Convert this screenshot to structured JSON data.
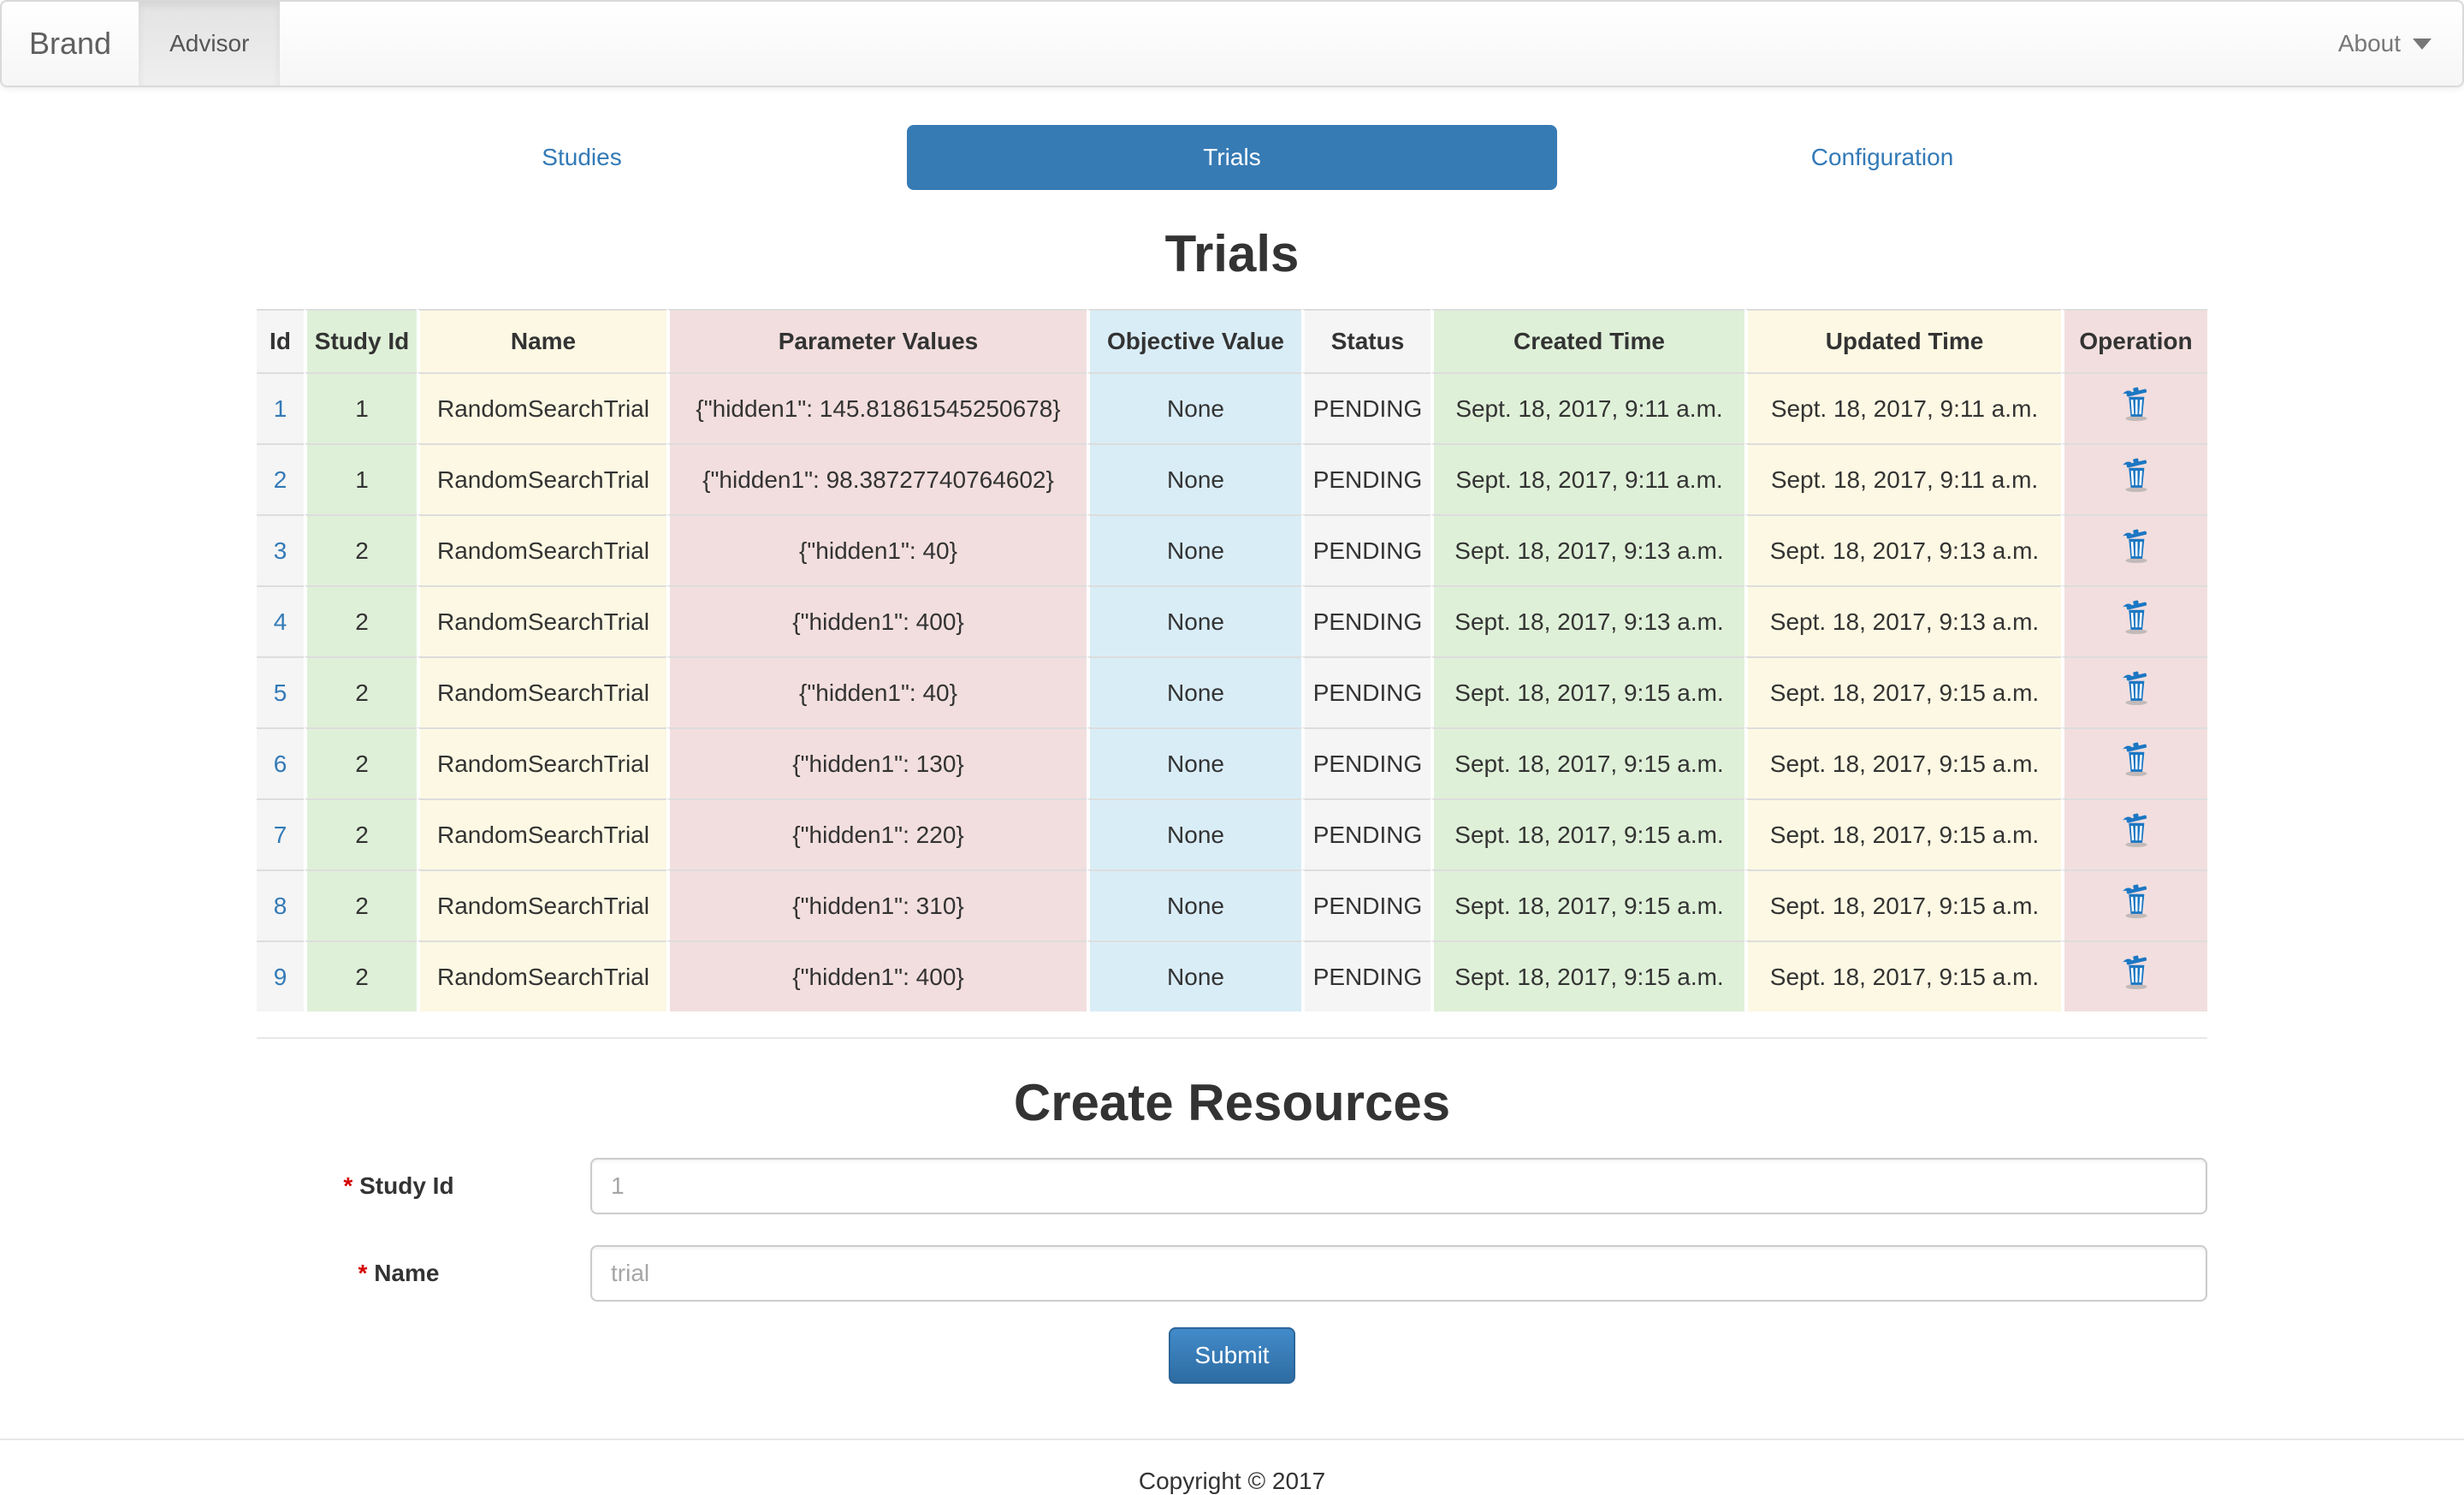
{
  "navbar": {
    "brand": "Brand",
    "active_item": "Advisor",
    "about_label": "About"
  },
  "tabs": [
    {
      "label": "Studies",
      "active": false
    },
    {
      "label": "Trials",
      "active": true
    },
    {
      "label": "Configuration",
      "active": false
    }
  ],
  "page": {
    "title": "Trials"
  },
  "table": {
    "columns": [
      "Id",
      "Study Id",
      "Name",
      "Parameter Values",
      "Objective Value",
      "Status",
      "Created Time",
      "Updated Time",
      "Operation"
    ],
    "rows": [
      {
        "id": "1",
        "study_id": "1",
        "name": "RandomSearchTrial",
        "parameter_values": "{\"hidden1\": 145.81861545250678}",
        "objective_value": "None",
        "status": "PENDING",
        "created_time": "Sept. 18, 2017, 9:11 a.m.",
        "updated_time": "Sept. 18, 2017, 9:11 a.m."
      },
      {
        "id": "2",
        "study_id": "1",
        "name": "RandomSearchTrial",
        "parameter_values": "{\"hidden1\": 98.38727740764602}",
        "objective_value": "None",
        "status": "PENDING",
        "created_time": "Sept. 18, 2017, 9:11 a.m.",
        "updated_time": "Sept. 18, 2017, 9:11 a.m."
      },
      {
        "id": "3",
        "study_id": "2",
        "name": "RandomSearchTrial",
        "parameter_values": "{\"hidden1\": 40}",
        "objective_value": "None",
        "status": "PENDING",
        "created_time": "Sept. 18, 2017, 9:13 a.m.",
        "updated_time": "Sept. 18, 2017, 9:13 a.m."
      },
      {
        "id": "4",
        "study_id": "2",
        "name": "RandomSearchTrial",
        "parameter_values": "{\"hidden1\": 400}",
        "objective_value": "None",
        "status": "PENDING",
        "created_time": "Sept. 18, 2017, 9:13 a.m.",
        "updated_time": "Sept. 18, 2017, 9:13 a.m."
      },
      {
        "id": "5",
        "study_id": "2",
        "name": "RandomSearchTrial",
        "parameter_values": "{\"hidden1\": 40}",
        "objective_value": "None",
        "status": "PENDING",
        "created_time": "Sept. 18, 2017, 9:15 a.m.",
        "updated_time": "Sept. 18, 2017, 9:15 a.m."
      },
      {
        "id": "6",
        "study_id": "2",
        "name": "RandomSearchTrial",
        "parameter_values": "{\"hidden1\": 130}",
        "objective_value": "None",
        "status": "PENDING",
        "created_time": "Sept. 18, 2017, 9:15 a.m.",
        "updated_time": "Sept. 18, 2017, 9:15 a.m."
      },
      {
        "id": "7",
        "study_id": "2",
        "name": "RandomSearchTrial",
        "parameter_values": "{\"hidden1\": 220}",
        "objective_value": "None",
        "status": "PENDING",
        "created_time": "Sept. 18, 2017, 9:15 a.m.",
        "updated_time": "Sept. 18, 2017, 9:15 a.m."
      },
      {
        "id": "8",
        "study_id": "2",
        "name": "RandomSearchTrial",
        "parameter_values": "{\"hidden1\": 310}",
        "objective_value": "None",
        "status": "PENDING",
        "created_time": "Sept. 18, 2017, 9:15 a.m.",
        "updated_time": "Sept. 18, 2017, 9:15 a.m."
      },
      {
        "id": "9",
        "study_id": "2",
        "name": "RandomSearchTrial",
        "parameter_values": "{\"hidden1\": 400}",
        "objective_value": "None",
        "status": "PENDING",
        "created_time": "Sept. 18, 2017, 9:15 a.m.",
        "updated_time": "Sept. 18, 2017, 9:15 a.m."
      }
    ]
  },
  "create_section": {
    "title": "Create Resources",
    "required_marker": "*",
    "fields": [
      {
        "label": "Study Id",
        "placeholder": "1"
      },
      {
        "label": "Name",
        "placeholder": "trial"
      }
    ],
    "submit_label": "Submit"
  },
  "footer": {
    "copyright": "Copyright © 2017"
  },
  "colors": {
    "tab_active_blue": "#377bb5",
    "link_blue": "#337ab7",
    "button_gradient_top": "#428bca",
    "button_gradient_bottom": "#2d6ca2",
    "column_muted": "#f5f5f5",
    "column_success": "#dff0d8",
    "column_warning": "#fcf8e3",
    "column_danger": "#f2dede",
    "column_info": "#d9edf7",
    "required_red": "#d40000",
    "trash_icon_blue": "#1c77c3"
  },
  "icons": {
    "operation_icon": "trash-icon",
    "about_icon": "caret-down-icon"
  }
}
